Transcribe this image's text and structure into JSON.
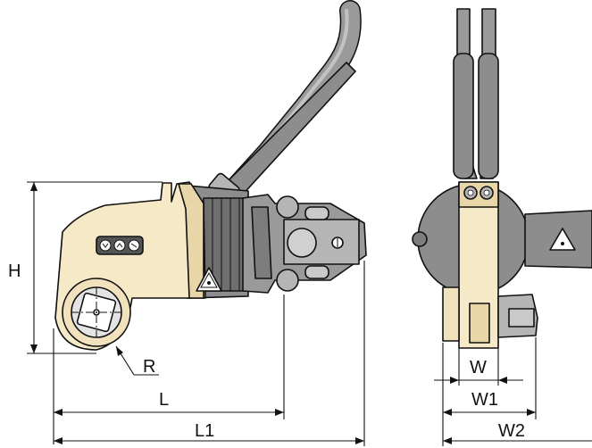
{
  "labels": {
    "height": "H",
    "radius": "R",
    "length": "L",
    "length_total": "L1",
    "width": "W",
    "width_1": "W1",
    "width_2": "W2"
  },
  "colors": {
    "body_cream": "#f6e9c8",
    "body_cream_dark": "#e8d6a8",
    "metal_gray": "#8d8d8d",
    "metal_gray_dark": "#6f6f6f",
    "metal_gray_light": "#b5b5b5",
    "hose_gray": "#9a9a9a",
    "line": "#111111"
  },
  "icons": {
    "side_badge": "three-circle-symbols-icon",
    "warning": "warning-triangle-icon",
    "drive_socket": "square-drive-icon"
  }
}
